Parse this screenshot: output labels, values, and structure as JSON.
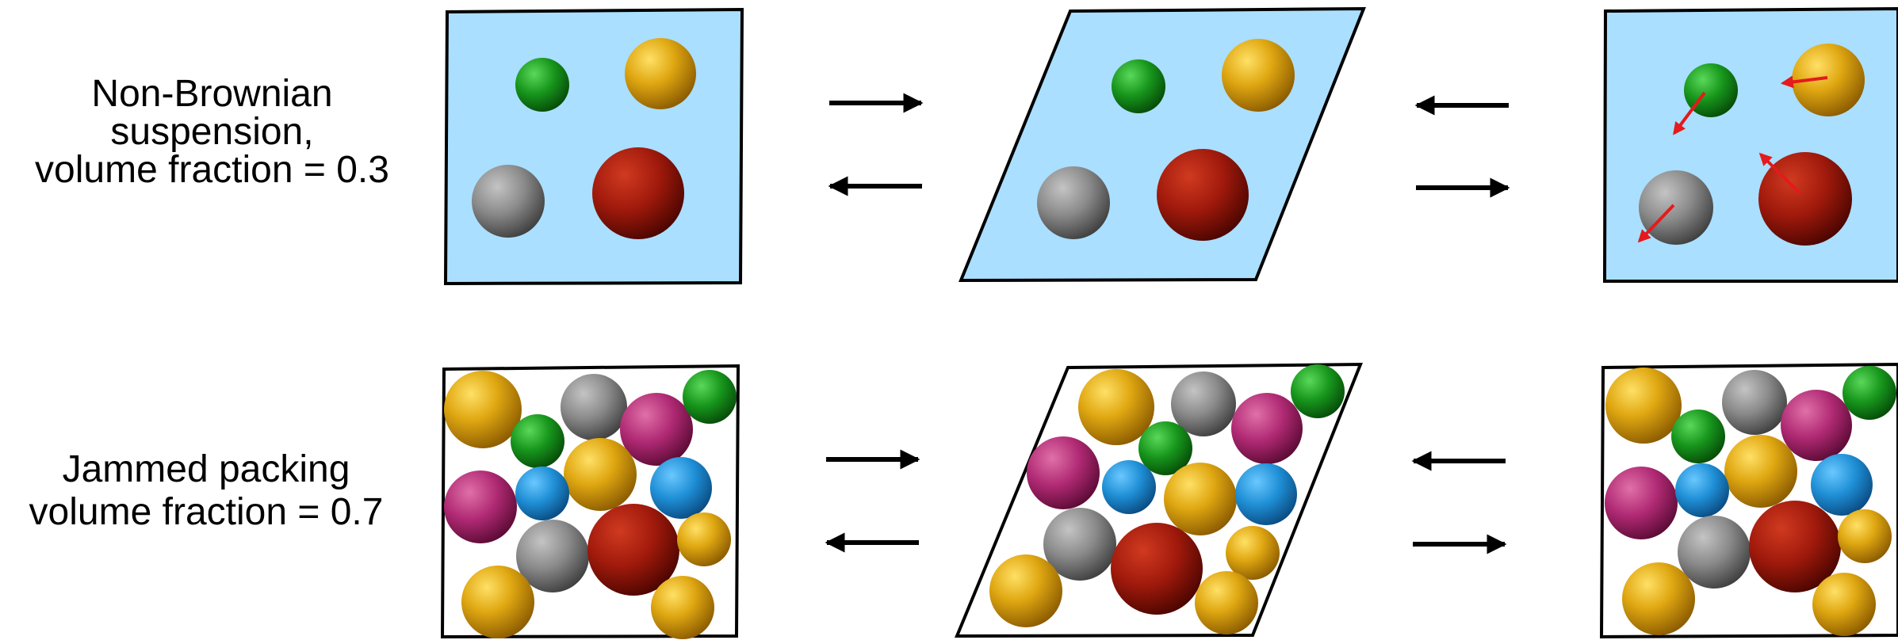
{
  "rows": [
    {
      "label_lines": [
        "Non-Brownian",
        "suspension,",
        "volume fraction = 0.3"
      ]
    },
    {
      "label_lines": [
        "Jammed packing",
        "volume fraction = 0.7"
      ]
    }
  ],
  "colors": {
    "fluid": "#aadfff",
    "frame": "#000000",
    "arrow": "#000000",
    "force_arrow": "#e41a1c",
    "gold": "#d9a210",
    "gray": "#8a8a8a",
    "red": "#a11a0c",
    "green": "#17961c",
    "magenta": "#b02a74",
    "blue": "#1f8fd6"
  },
  "icons": [
    "forward-arrow-icon",
    "backward-arrow-icon",
    "force-arrow-icon"
  ]
}
